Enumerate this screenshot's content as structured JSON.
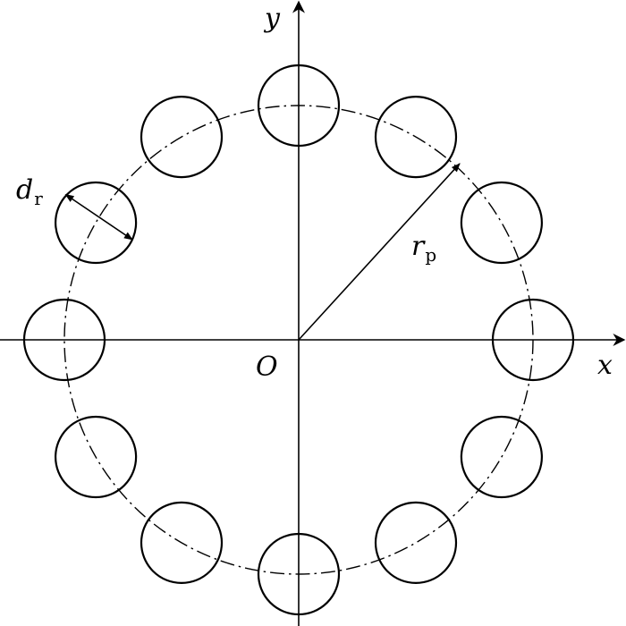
{
  "labels": {
    "x_axis": "x",
    "y_axis": "y",
    "origin": "O",
    "pitch_radius_main": "r",
    "pitch_radius_sub": "p",
    "roller_diameter_main": "d",
    "roller_diameter_sub": "r"
  },
  "geometry": {
    "roller_count": 12
  },
  "colors": {
    "stroke": "#000000",
    "background": "#ffffff"
  }
}
